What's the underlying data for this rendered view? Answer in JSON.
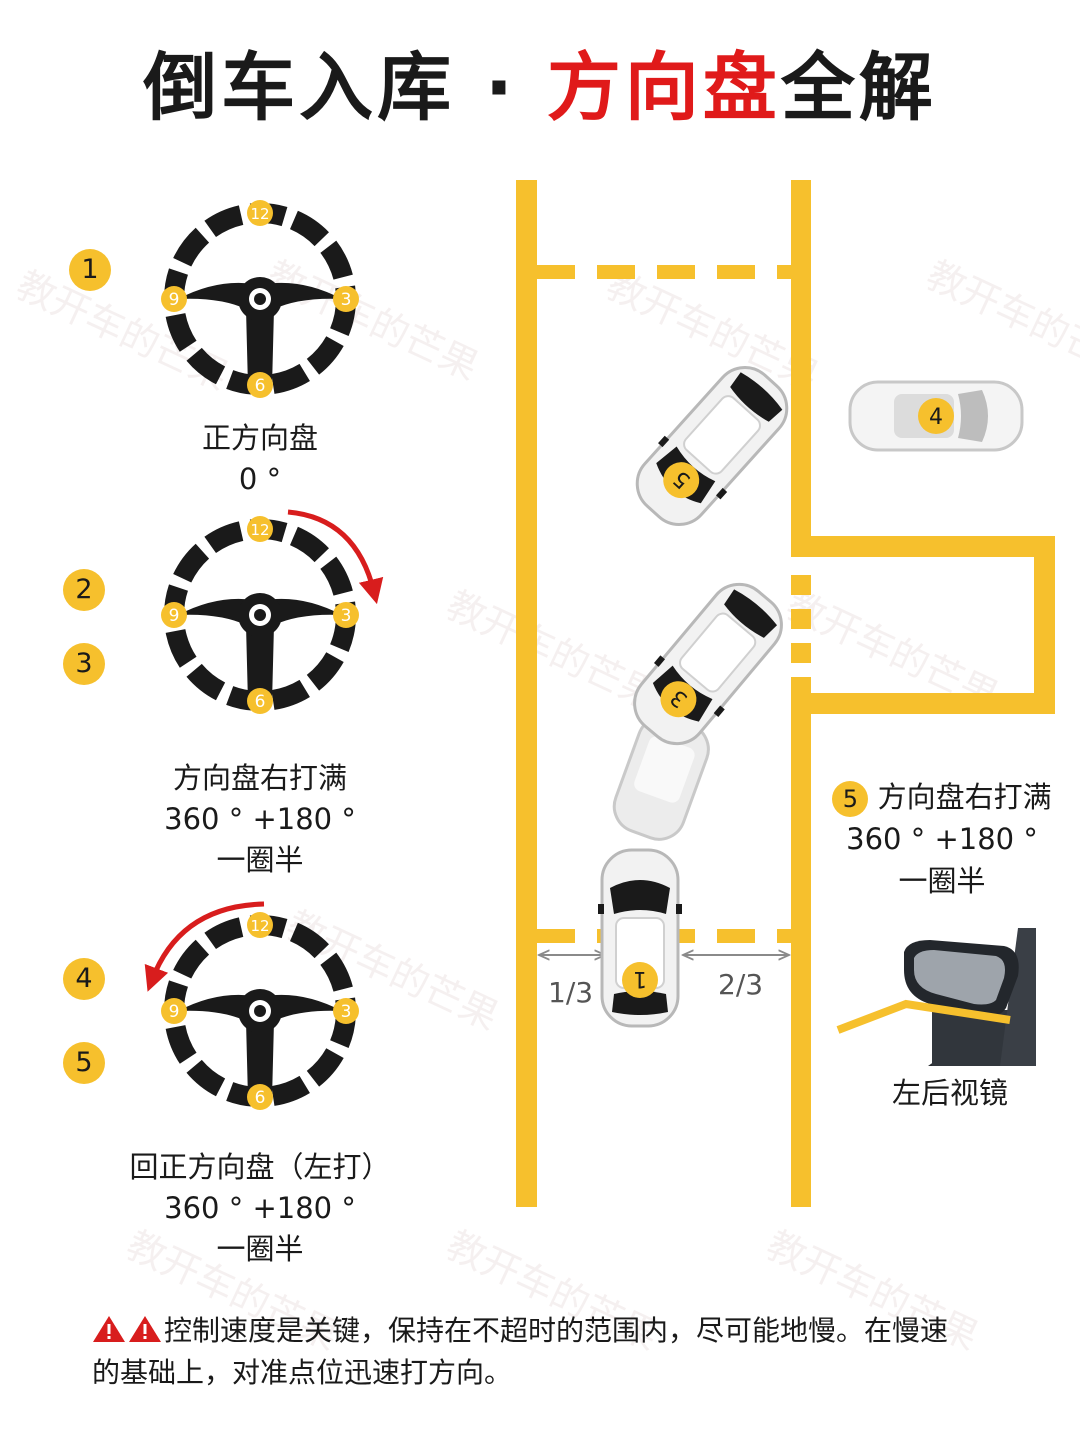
{
  "title": {
    "part1": "倒车入库 · ",
    "part2": "方向盘",
    "part3": "全解"
  },
  "steps": [
    {
      "badges": [
        "1"
      ],
      "caption_line1": "正方向盘",
      "caption_line2": "0 °",
      "caption_line3": ""
    },
    {
      "badges": [
        "2",
        "3"
      ],
      "caption_line1": "方向盘右打满",
      "caption_line2": "360 ° +180 °",
      "caption_line3": "一圈半"
    },
    {
      "badges": [
        "4",
        "5"
      ],
      "caption_line1": "回正方向盘（左打）",
      "caption_line2": "360 ° +180 °",
      "caption_line3": "一圈半"
    }
  ],
  "wheel_marks": [
    "12",
    "3",
    "6",
    "9"
  ],
  "cars": {
    "car1": "1",
    "car3": "3",
    "car4": "4",
    "car5": "5"
  },
  "ratio_left": "1/3",
  "ratio_right": "2/3",
  "right_note": {
    "badge": "5",
    "line1": "方向盘右打满",
    "line2": "360 ° +180 °",
    "line3": "一圈半"
  },
  "mirror_label": "左后视镜",
  "warning_text": "控制速度是关键，保持在不超时的范围内，尽可能地慢。在慢速的基础上，对准点位迅速打方向。",
  "watermark": "教开车的芒果",
  "colors": {
    "yellow": "#f6c02d",
    "red": "#e01a1a",
    "black": "#1a1a1a"
  }
}
